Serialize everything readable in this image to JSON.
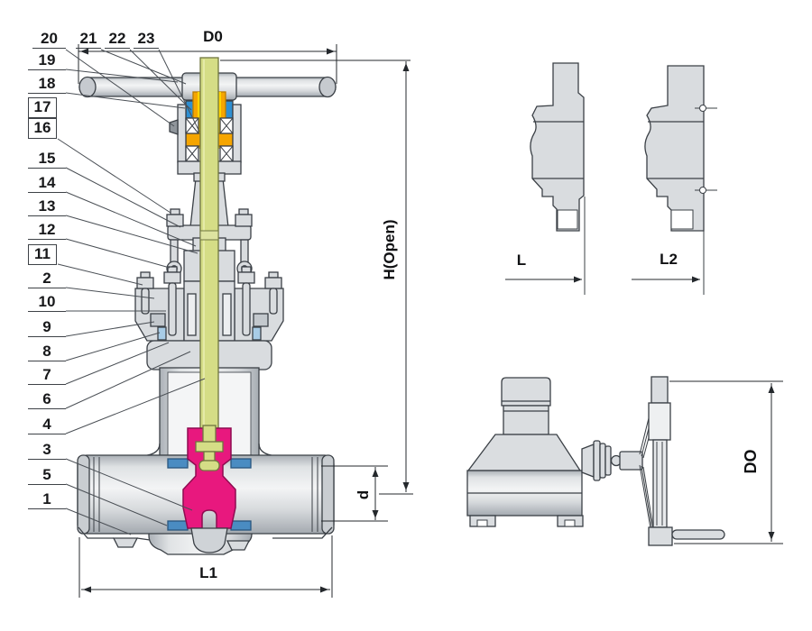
{
  "figure": {
    "kind": "gate-valve engineering cross-section diagram",
    "callouts": {
      "top_row": [
        "20",
        "21",
        "22",
        "23"
      ],
      "left_column": [
        "19",
        "18",
        "17",
        "16",
        "15",
        "14",
        "13",
        "12",
        "11",
        "2",
        "10",
        "9",
        "8",
        "7",
        "6",
        "4",
        "3",
        "5",
        "1"
      ],
      "boxed": [
        "17",
        "16",
        "11"
      ]
    },
    "dimensions": {
      "d0": "D0",
      "h_open": "H(Open)",
      "bore": "d",
      "l1": "L1",
      "l": "L",
      "l2": "L2",
      "do": "DO"
    },
    "colors": {
      "body_gray": "#d9dcdf",
      "outline": "#3b4046",
      "stem_green": "#d5dd86",
      "nut_orange": "#f5a500",
      "nut_yellow": "#ffd400",
      "packing_blue": "#2e8fd2",
      "seat_blue": "#4a8cc2",
      "gasket_blue": "#a8cce6",
      "gate_pink": "#e8187e"
    }
  }
}
